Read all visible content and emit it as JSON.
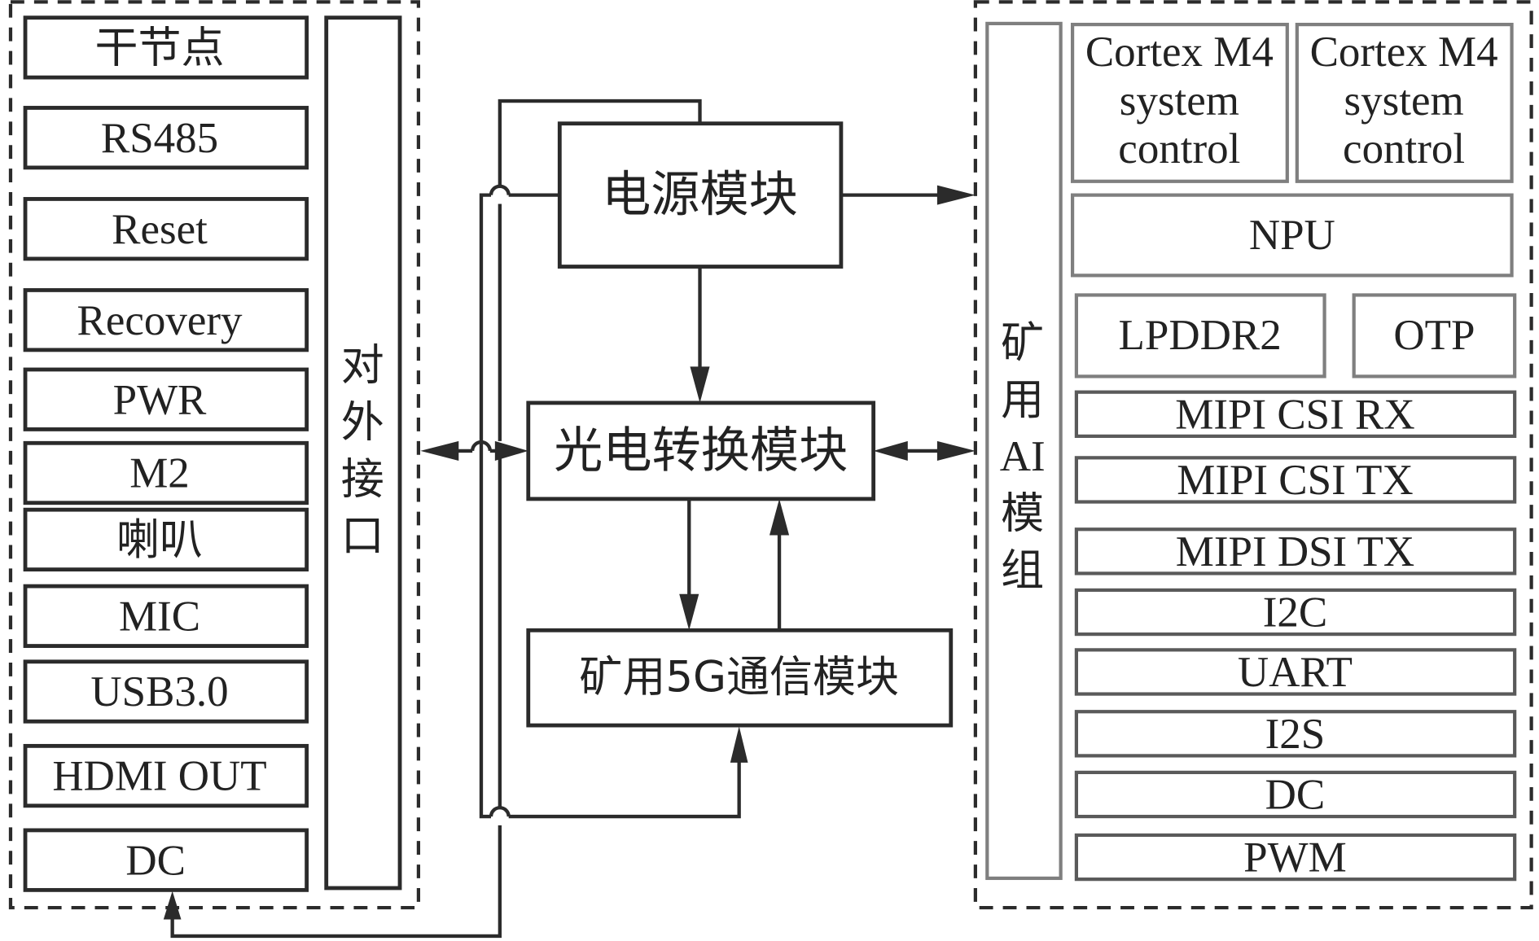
{
  "external_interface": {
    "title": "对外接口",
    "title_chars": [
      "对",
      "外",
      "接",
      "口"
    ],
    "items": [
      "干节点",
      "RS485",
      "Reset",
      "Recovery",
      "PWR",
      "M2",
      "喇叭",
      "MIC",
      "USB3.0",
      "HDMI OUT",
      "DC"
    ]
  },
  "center": {
    "power_module": "电源模块",
    "opto_module": "光电转换模块",
    "comm_module": "矿用5G通信模块"
  },
  "ai_module": {
    "title": "矿用AI模组",
    "title_chars": [
      "矿",
      "用",
      "AI",
      "模",
      "组"
    ],
    "cortex_blocks": [
      {
        "lines": [
          "Cortex M4",
          "system",
          "control"
        ]
      },
      {
        "lines": [
          "Cortex M4",
          "system",
          "control"
        ]
      }
    ],
    "npu": "NPU",
    "lpddr": "LPDDR2",
    "otp": "OTP",
    "interfaces": [
      "MIPI CSI RX",
      "MIPI CSI TX",
      "MIPI DSI TX",
      "I2C",
      "UART",
      "I2S",
      "DC",
      "PWM"
    ]
  },
  "colors": {
    "line": "#2b2b2b",
    "ai_box_border": "#7f7f7f",
    "background": "#ffffff"
  }
}
